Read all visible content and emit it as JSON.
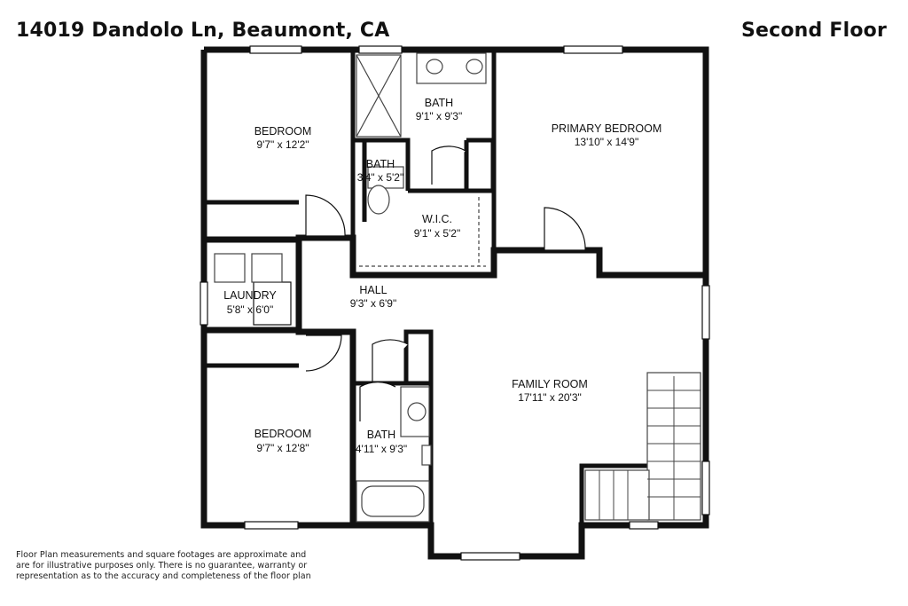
{
  "header": {
    "address": "14019 Dandolo Ln, Beaumont, CA",
    "floor": "Second Floor"
  },
  "rooms": [
    {
      "id": "bedroom-1",
      "name": "BEDROOM",
      "dims": "9'7\" x 12'2\""
    },
    {
      "id": "bath-main",
      "name": "BATH",
      "dims": "9'1\" x 9'3\""
    },
    {
      "id": "primary-bedroom",
      "name": "PRIMARY BEDROOM",
      "dims": "13'10\" x 14'9\""
    },
    {
      "id": "bath-small",
      "name": "BATH",
      "dims": "3'4\" x 5'2\""
    },
    {
      "id": "wic",
      "name": "W.I.C.",
      "dims": "9'1\" x 5'2\""
    },
    {
      "id": "laundry",
      "name": "LAUNDRY",
      "dims": "5'8\" x 6'0\""
    },
    {
      "id": "hall",
      "name": "HALL",
      "dims": "9'3\" x 6'9\""
    },
    {
      "id": "family-room",
      "name": "FAMILY ROOM",
      "dims": "17'11\" x 20'3\""
    },
    {
      "id": "bedroom-2",
      "name": "BEDROOM",
      "dims": "9'7\" x 12'8\""
    },
    {
      "id": "bath-hall",
      "name": "BATH",
      "dims": "4'11\" x 9'3\""
    }
  ],
  "footer": {
    "disclaimer": "Floor Plan measurements and square footages are approximate and are for illustrative purposes only. There is no guarantee, warranty or representation as to the accuracy and completeness of the floor plan"
  },
  "colors": {
    "wall": "#111111",
    "fixture": "#444444",
    "background": "#ffffff"
  }
}
